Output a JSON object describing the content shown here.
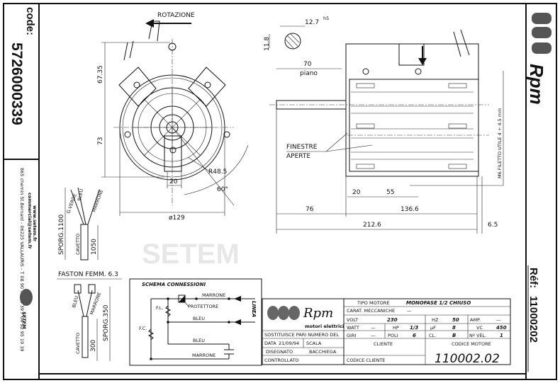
{
  "left_strip": {
    "code_label": "code:",
    "code_value": "5726000339",
    "website": "www.setem.fr",
    "email": "commercial@setem.fr",
    "address": "865 chemin St.Bernard - 06225 VALLAURIS - T 08 90 71 00 39  F 04 92 95 19 39",
    "logo_text": "SETEM"
  },
  "right_strip": {
    "brand": "Rpm",
    "ref_label": "Réf:",
    "ref_value": "11000202"
  },
  "front_view": {
    "rotation_label": "ROTAZIONE",
    "dim_upper": "67.35",
    "dim_lower": "73",
    "dim_radius": "R48.5",
    "dim_width": "20",
    "dim_angle": "60°",
    "dim_diameter": "ø129"
  },
  "side_view": {
    "shaft_width": "12.7",
    "shaft_tol": "h5",
    "shaft_flat": "11.8",
    "dim_flat": "70",
    "flat_label": "piano",
    "windows_1": "FINESTRE",
    "windows_2": "APERTE",
    "thread_note": "M6 FILETTO UTILE 4 ÷ 4.5 mm",
    "dim_20": "20",
    "dim_55": "55",
    "dim_76": "76",
    "dim_136": "136.6",
    "dim_212": "212.6",
    "dim_6_5": "6.5"
  },
  "cables": {
    "wire_1": "G.VERDE",
    "wire_2": "BLEU",
    "wire_3": "MARRONE",
    "sporg_1": "SPORG.1100",
    "cavetto_1": "CAVETTO",
    "len_1": "1050",
    "faston": "FASTON FEMM. 6.3",
    "wire_4": "BLEU",
    "wire_5": "MARRONE",
    "cavetto_2": "CAVETTO",
    "len_2": "300",
    "sporg_2": "SPORG.350"
  },
  "schema": {
    "title": "SCHEMA CONNESSIONI",
    "marrone_top": "MARRONE",
    "protettore": "PROTETTORE",
    "fl": "F.L.",
    "fc": "F.C.",
    "bleu_1": "BLEU",
    "bleu_2": "BLEU",
    "marrone_bottom": "MARRONE",
    "linea": "LINEA"
  },
  "title_block": {
    "brand": "Rpm",
    "brand_sub": "motori elettrici",
    "sostituisce": "SOSTITUISCE PARI NUMERO DEL",
    "data_label": "DATA",
    "data_value": "21/09/94",
    "scala_label": "SCALA",
    "disegnato_label": "DISEGNATO",
    "disegnato_value": "BACCHIEGA",
    "controllato_label": "CONTROLLATO",
    "tipo_label": "TIPO MOTORE",
    "tipo_value": "MONOFASE 1/2 CHIUSO",
    "carat_label": "CARAT. MECCANICHE",
    "carat_value": "—",
    "volt_label": "VOLT",
    "volt_value": "230",
    "hz_label": "HZ",
    "hz_value": "50",
    "amp_label": "AMP.",
    "amp_value": "—",
    "watt_label": "WATT",
    "watt_value": "—",
    "hp_label": "HP",
    "hp_value": "1/3",
    "uf_label": "µF",
    "uf_value": "8",
    "vc_label": "VC",
    "vc_value": "450",
    "giri_label": "GIRI",
    "giri_value": "—",
    "poli_label": "POLI",
    "poli_value": "6",
    "cl_label": "CL.",
    "cl_value": "B",
    "nvel_label": "Nº VEL.",
    "nvel_value": "1",
    "cliente_label": "CLIENTE",
    "codice_cliente_label": "CODICE CLIENTE",
    "codice_motore_label": "CODICE MOTORE",
    "codice_motore_value": "110002.02"
  },
  "watermark": "SETEM"
}
